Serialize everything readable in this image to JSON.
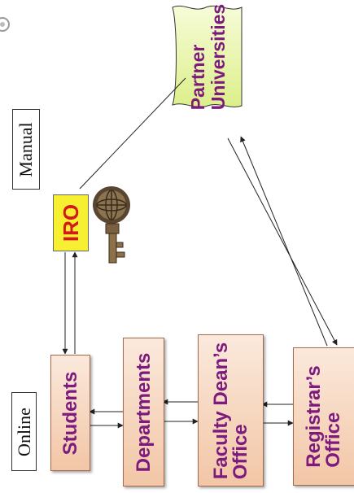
{
  "labels": {
    "online": "Online",
    "manual": "Manual",
    "iro": "IRO",
    "students": "Students",
    "departments": "Departments",
    "faculty_dean": "Faculty Dean’s\nOffice",
    "registrar": "Registrar’s\nOffice",
    "partner": "Partner\nUniversities"
  },
  "icons": {
    "key": "key-globe-icon",
    "corner": "logo-fragment-icon"
  },
  "colors": {
    "box_fill": "#f2c6a6",
    "text_purple": "#7d1a7d",
    "iro_fill": "#f7f032",
    "iro_text": "#d31a1a",
    "doc_fill": "#e8f6a8"
  }
}
